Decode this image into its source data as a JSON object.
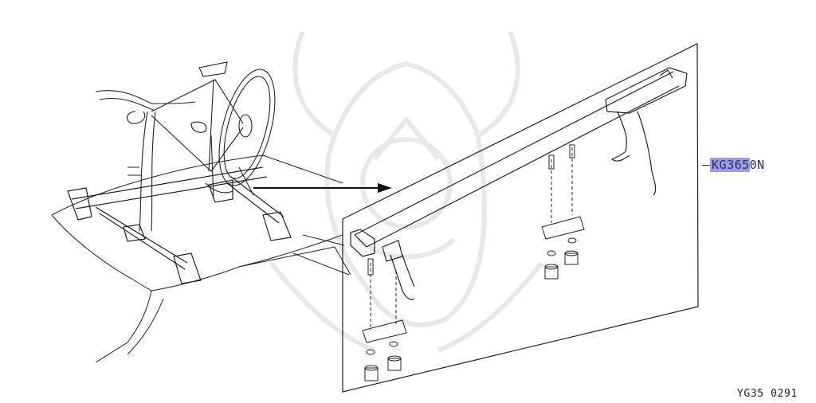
{
  "diagram": {
    "part_callout": {
      "code_highlighted": "KG365",
      "code_rest": "0N"
    },
    "figure_code": "YG35 0291",
    "colors": {
      "highlight": "#9c9ce0",
      "line": "#222222",
      "watermark": "#e6e6e6"
    },
    "icons": [
      "bicycle-icon",
      "roof-rack-icon",
      "arrow-right-icon",
      "watermark-emblem-icon"
    ]
  }
}
